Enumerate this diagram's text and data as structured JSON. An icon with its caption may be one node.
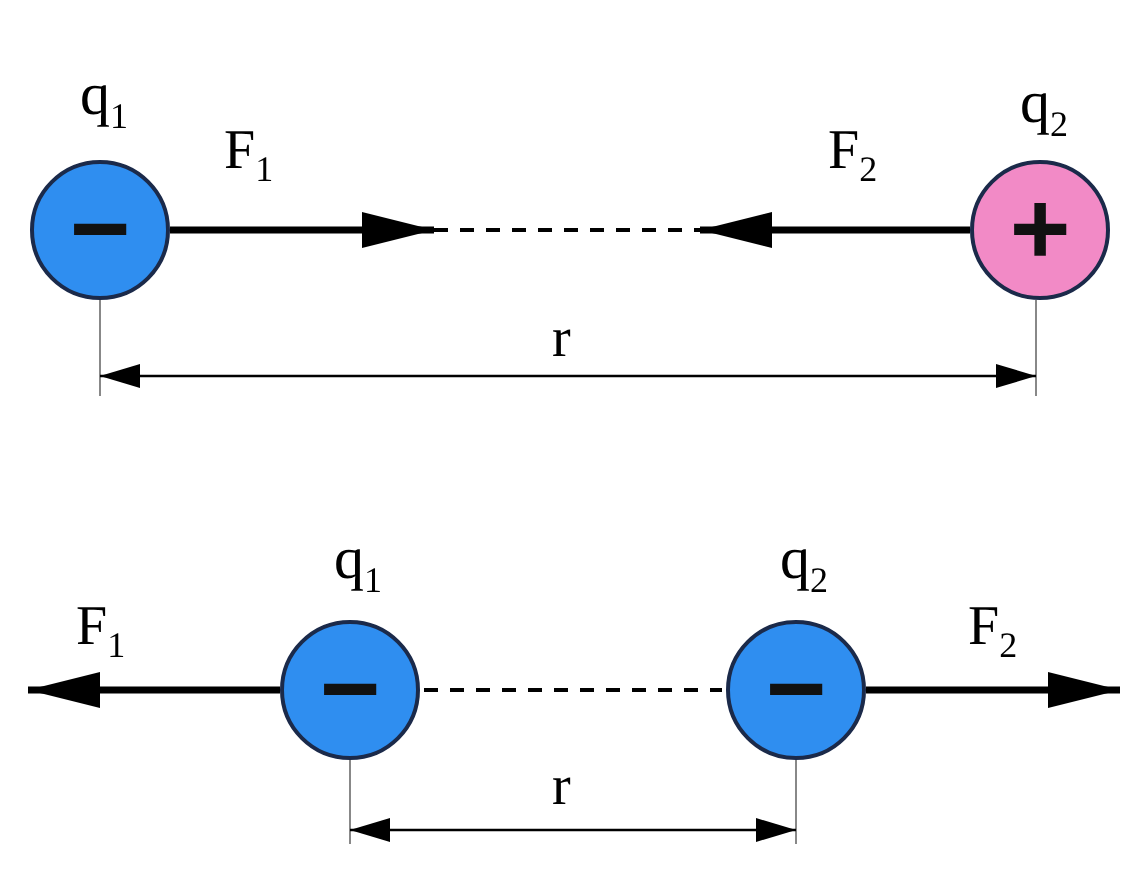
{
  "diagram": {
    "nodes": [
      {
        "text": [
          "−"
        ],
        "beside": [
          "q$_{1}$"
        ]
      },
      {
        "text": [
          "+"
        ],
        "beside": [
          "q$_{2}$"
        ]
      },
      {
        "text": [
          "−"
        ],
        "beside": [
          "q$_{1}$"
        ]
      },
      {
        "text": [
          "−"
        ],
        "beside": [
          "q$_{2}$"
        ]
      }
    ],
    "edges": [
      {
        "from": 0,
        "to": 1,
        "arrow": "none",
        "style": "dashed"
      },
      {
        "from": 2,
        "to": 3,
        "arrow": "none",
        "style": "dashed"
      }
    ],
    "labels": [
      "F$_{1}$",
      "F$_{2}$",
      "r",
      "F$_{1}$",
      "F$_{2}$",
      "r"
    ]
  }
}
